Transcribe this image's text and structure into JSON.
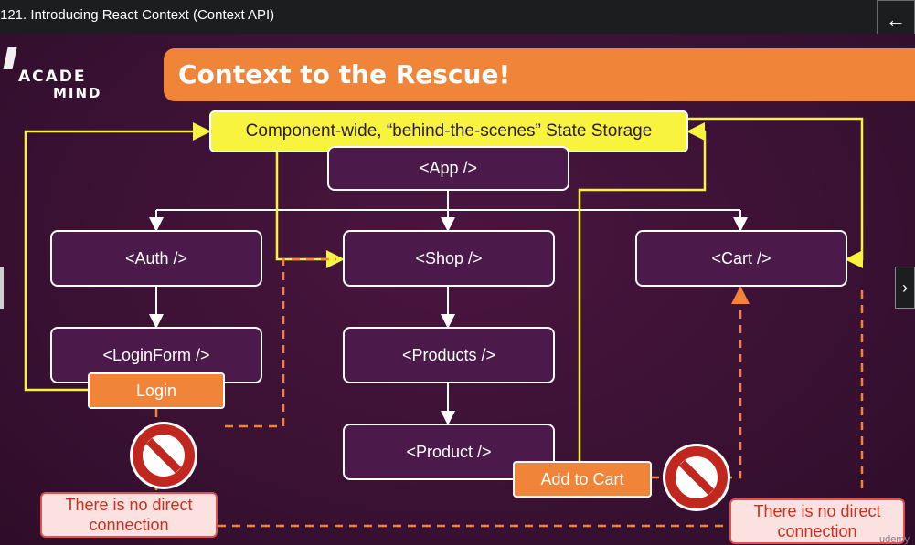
{
  "window": {
    "title": "121. Introducing React Context (Context API)"
  },
  "logo": {
    "line1": "ACADE",
    "line2": "MIND"
  },
  "slide": {
    "heading": "Context to the Rescue!"
  },
  "diagram": {
    "state_storage": "Component-wide, “behind-the-scenes” State Storage",
    "nodes": {
      "app": "<App />",
      "auth": "<Auth />",
      "shop": "<Shop />",
      "cart": "<Cart />",
      "login_form": "<LoginForm />",
      "products": "<Products />",
      "product": "<Product />"
    },
    "buttons": {
      "login": "Login",
      "add_to_cart": "Add to Cart"
    },
    "notes": {
      "left": [
        "There is no direct",
        "connection"
      ],
      "right": [
        "There is no direct",
        "connection"
      ]
    }
  },
  "nav": {
    "back_icon": "←",
    "next_icon": "›"
  },
  "watermark": "udemy",
  "colors": {
    "accent": "#f0853a",
    "state": "#f7f33e",
    "node_bg": "#4b1a4a",
    "background": "#3b1233",
    "prohibited": "#c0281f"
  }
}
